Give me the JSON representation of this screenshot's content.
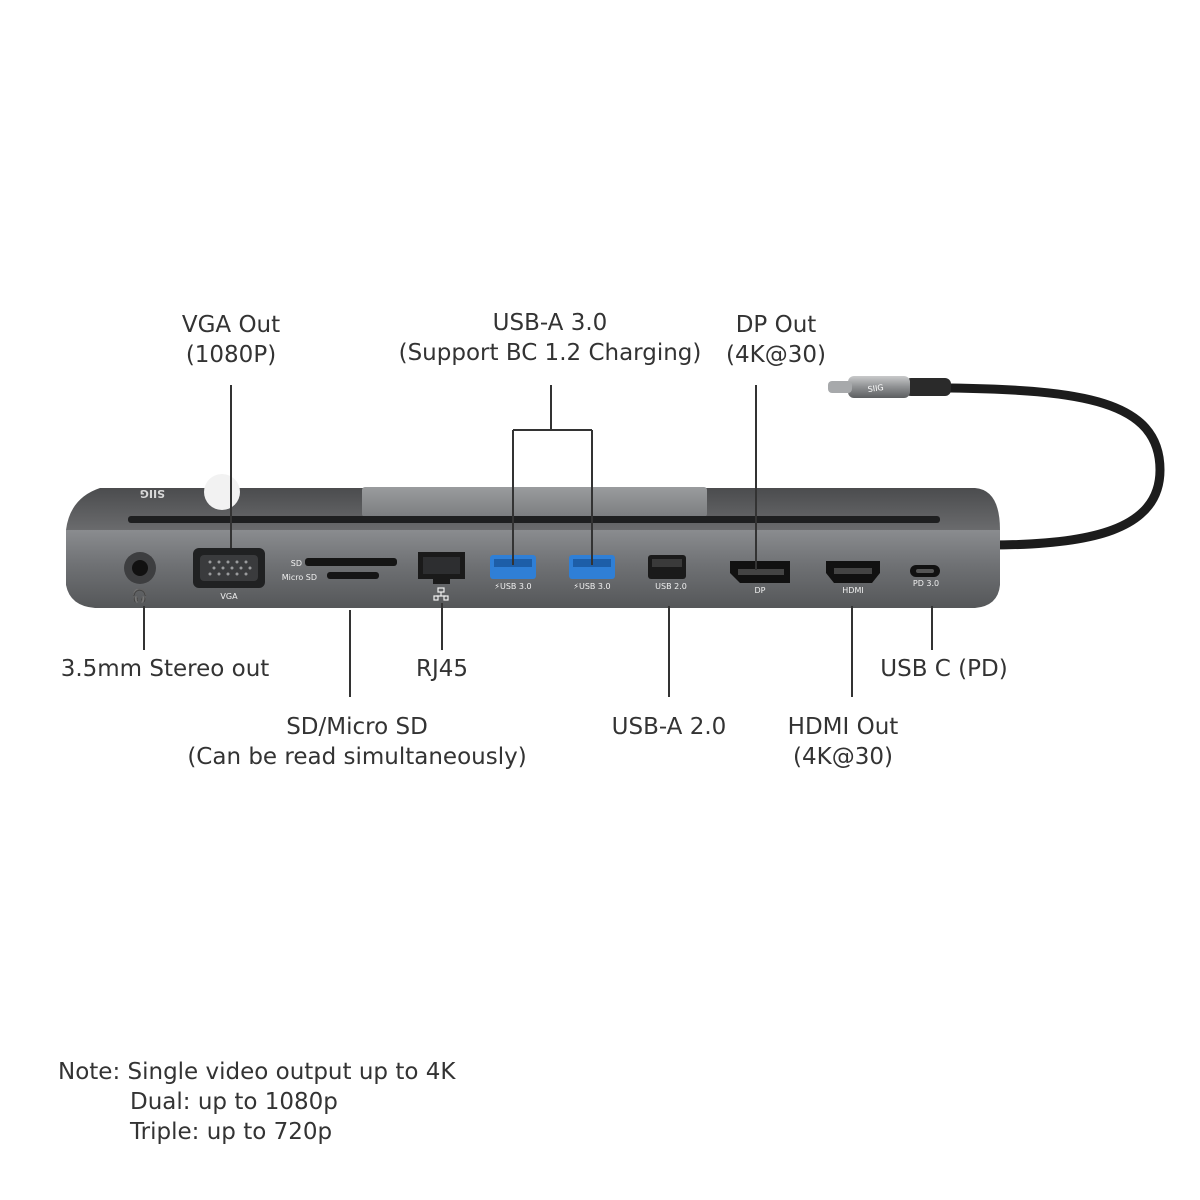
{
  "callouts": {
    "vga": {
      "title": "VGA Out",
      "detail": "(1080P)"
    },
    "usb_a_30": {
      "title": "USB-A 3.0",
      "detail": "(Support BC 1.2 Charging)"
    },
    "dp": {
      "title": "DP Out",
      "detail": "(4K@30)"
    },
    "stereo": {
      "title": "3.5mm Stereo out"
    },
    "rj45": {
      "title": "RJ45"
    },
    "usb_c": {
      "title": "USB C (PD)"
    },
    "sd": {
      "title": "SD/Micro SD",
      "detail": "(Can be read simultaneously)"
    },
    "usb_a_20": {
      "title": "USB-A 2.0"
    },
    "hdmi": {
      "title": "HDMI Out",
      "detail": "(4K@30)"
    }
  },
  "device": {
    "brand": "SIIG",
    "port_labels": {
      "vga": "VGA",
      "sd": "SD",
      "micro_sd": "Micro SD",
      "usb30_a": "⚡USB 3.0",
      "usb30_b": "⚡USB 3.0",
      "usb20": "USB 2.0",
      "dp": "DP",
      "hdmi": "HDMI",
      "pd": "PD 3.0"
    },
    "colors": {
      "body": "#6e7073",
      "usb3_blue": "#2f7fd6",
      "cable": "#1c1c1c"
    }
  },
  "note": {
    "line1": "Note: Single video output up to 4K",
    "line2": "Dual: up to 1080p",
    "line3": "Triple: up to 720p"
  }
}
